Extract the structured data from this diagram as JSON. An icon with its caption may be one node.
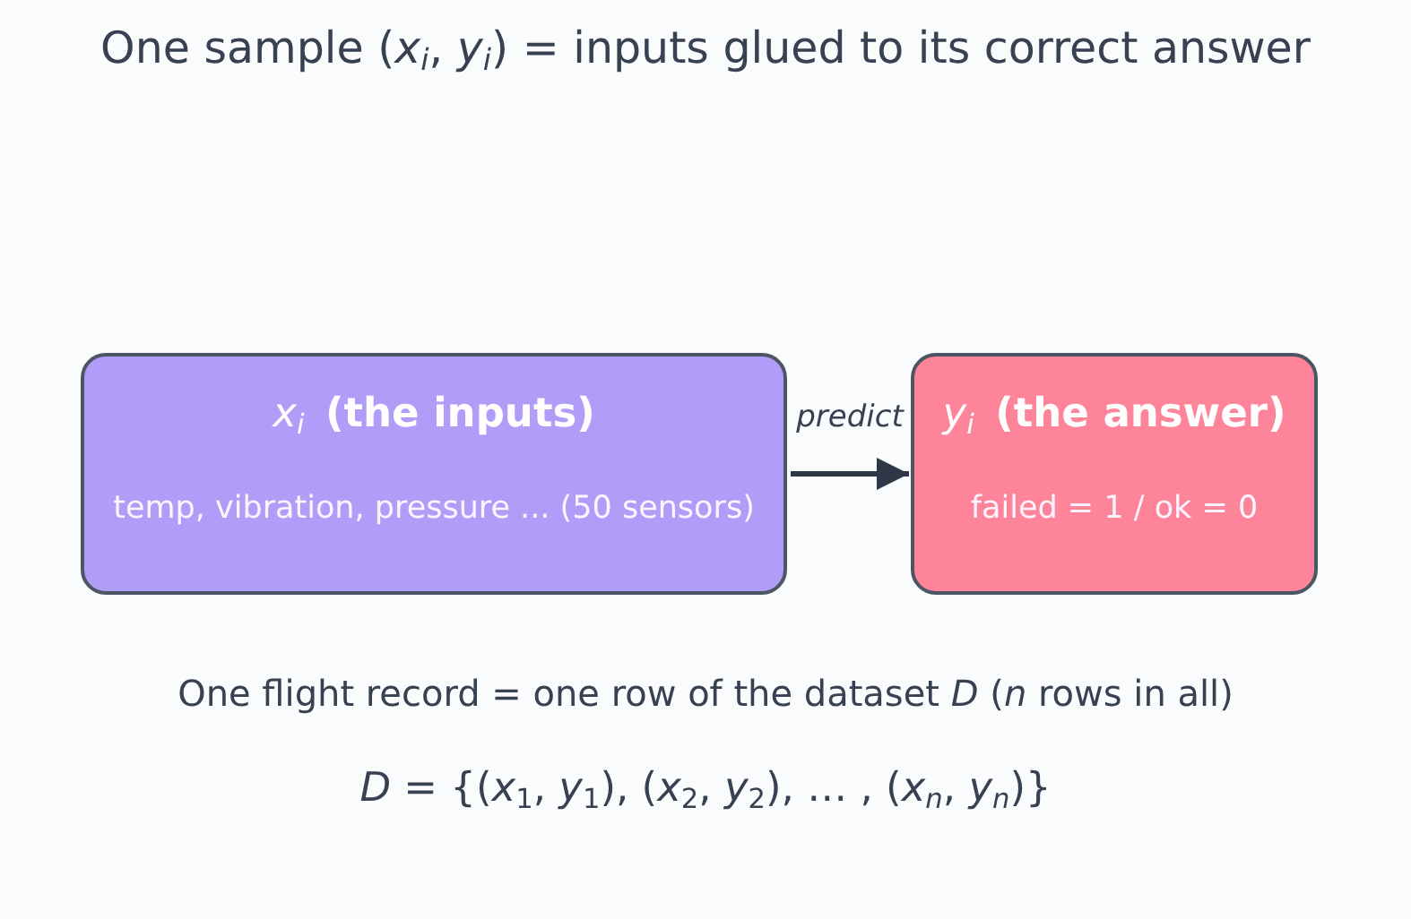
{
  "diagram": {
    "title": "One sample (*x*$_{i}$, *y*$_{i}$) = inputs glued to its correct answer",
    "nodes": [
      {
        "text": [
          "*x*$_{i}$ **(the inputs)**",
          "temp, vibration, pressure ... (50 sensors)"
        ]
      },
      {
        "text": [
          "*y*$_{i}$ **(the answer)**",
          "failed = 1 / ok = 0"
        ]
      }
    ],
    "edges": [
      {
        "from": 0,
        "to": 1,
        "arrow": "to",
        "label": "predict"
      }
    ],
    "labels": [
      "One flight record = one row of the dataset *D* (*n* rows in all)",
      "*D* = {(*x*$_{1}$, *y*$_{1}$), (*x*$_{2}$, *y*$_{2}$), … , (*x*$_{n}$, *y*$_{n}$)}"
    ]
  }
}
